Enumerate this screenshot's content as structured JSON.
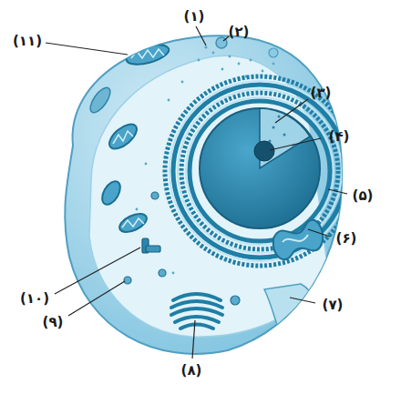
{
  "diagram": {
    "labels": [
      "(۱)",
      "(۲)",
      "(۳)",
      "(۴)",
      "(۵)",
      "(۶)",
      "(۷)",
      "(۸)",
      "(۹)",
      "(۱۰)",
      "(۱۱)"
    ]
  }
}
